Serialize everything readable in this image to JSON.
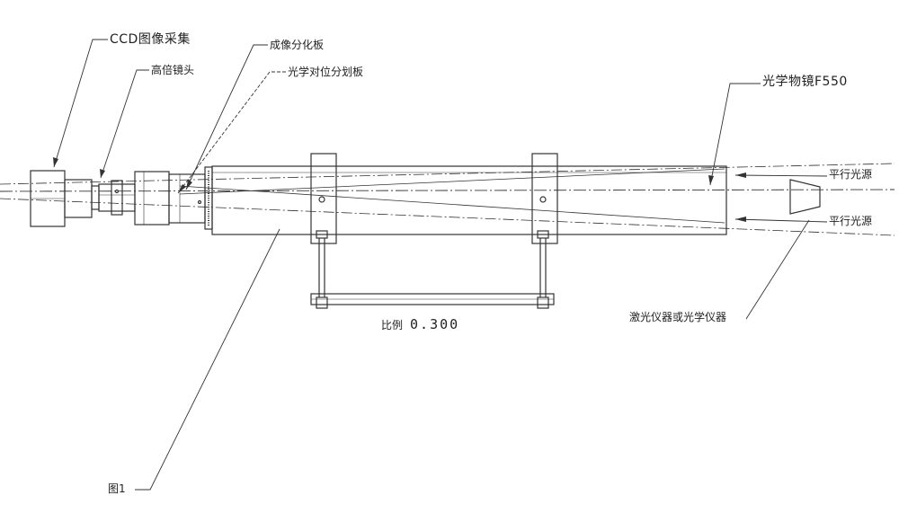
{
  "labels": {
    "ccd_capture": "CCD图像采集",
    "high_mag_lens": "高倍镜头",
    "imaging_reticle": "成像分化板",
    "alignment_reticle": "光学对位分划板",
    "objective": "光学物镜F550",
    "parallel_light_top": "平行光源",
    "parallel_light_bottom": "平行光源",
    "laser_instrument": "激光仪器或光学仪器",
    "figure": "图1"
  },
  "scale": {
    "label": "比例",
    "value": "0.300"
  }
}
